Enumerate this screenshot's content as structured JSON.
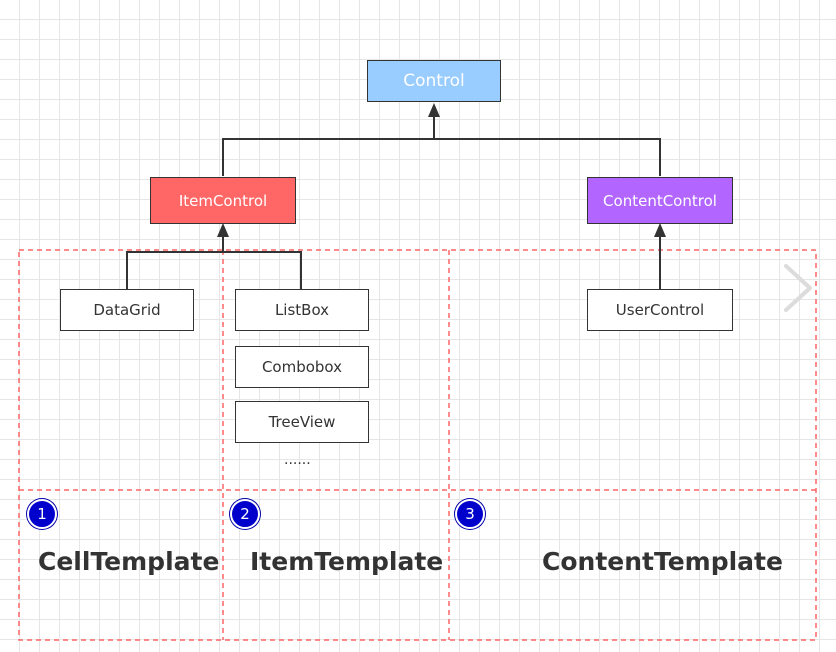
{
  "nodes": {
    "control": "Control",
    "item_control": "ItemControl",
    "content_control": "ContentControl",
    "data_grid": "DataGrid",
    "list_box": "ListBox",
    "combobox": "Combobox",
    "tree_view": "TreeView",
    "ellipsis": "......",
    "user_control": "UserControl"
  },
  "badges": [
    "1",
    "2",
    "3"
  ],
  "templates": {
    "cell": "CellTemplate",
    "item": "ItemTemplate",
    "content": "ContentTemplate"
  },
  "colors": {
    "control": "#99ccff",
    "item_control": "#ff6666",
    "content_control": "#b266ff",
    "badge": "#0000cc",
    "dashed_border": "#ff6666"
  }
}
